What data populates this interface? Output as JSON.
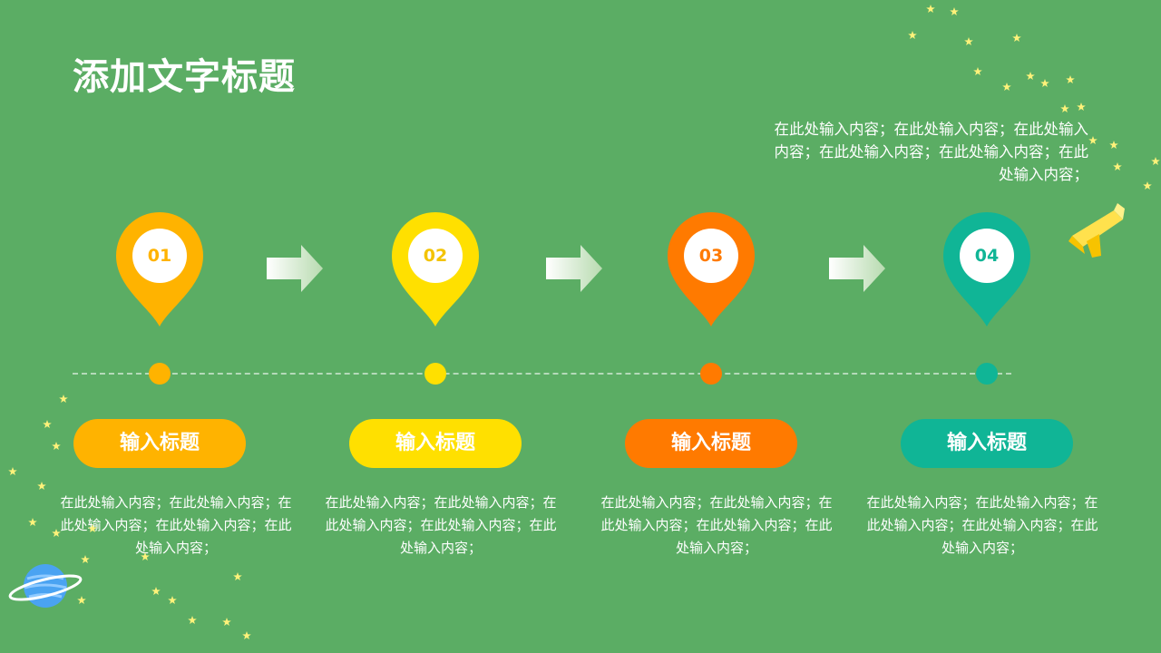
{
  "title": "添加文字标题",
  "top_note": "在此处输入内容；在此处输入内容；在此处输入内容；在此处输入内容；在此处输入内容；在此处输入内容；",
  "steps": [
    {
      "number": "01",
      "label": "输入标题",
      "description": "在此处输入内容；在此处输入内容；在此处输入内容；在此处输入内容；在此处输入内容；",
      "color": "#ffb300"
    },
    {
      "number": "02",
      "label": "输入标题",
      "description": "在此处输入内容；在此处输入内容；在此处输入内容；在此处输入内容；在此处输入内容；",
      "color": "#ffe000"
    },
    {
      "number": "03",
      "label": "输入标题",
      "description": "在此处输入内容；在此处输入内容；在此处输入内容；在此处输入内容；在此处输入内容；",
      "color": "#ff7a00"
    },
    {
      "number": "04",
      "label": "输入标题",
      "description": "在此处输入内容；在此处输入内容；在此处输入内容；在此处输入内容；在此处输入内容；",
      "color": "#10b596"
    }
  ],
  "colors": {
    "background": "#5bad64",
    "star": "#fff27a"
  },
  "icons": [
    "map-pin-icon",
    "arrow-right-icon",
    "planet-icon",
    "star-icon",
    "pencil-icon"
  ]
}
